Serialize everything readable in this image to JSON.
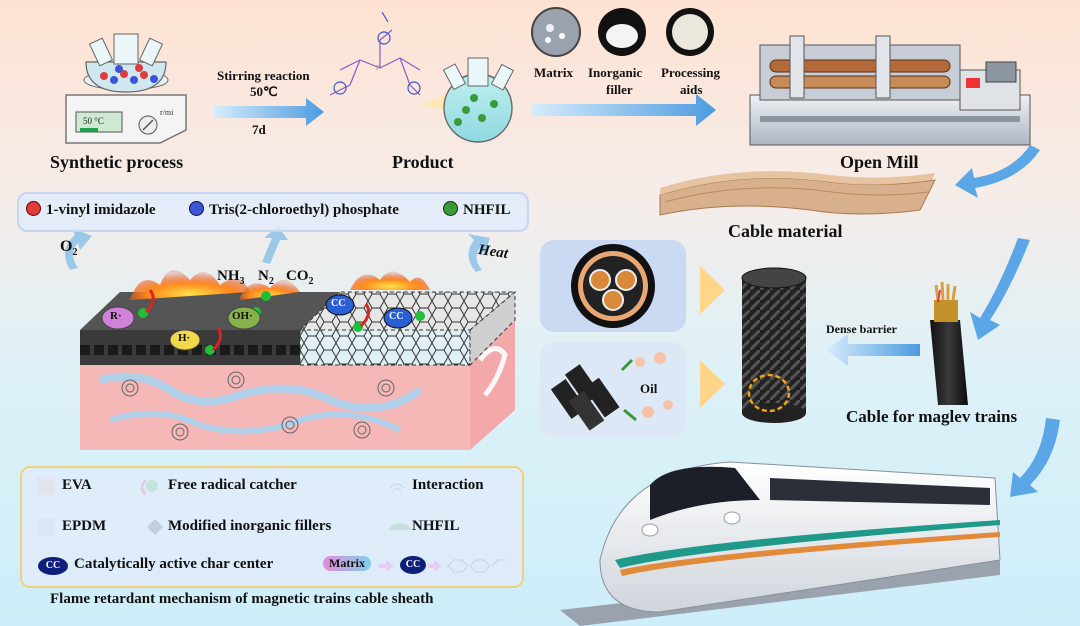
{
  "steps": {
    "synthetic": "Synthetic process",
    "stirring": "Stirring reaction",
    "temp": "50℃",
    "days": "7d",
    "product": "Product",
    "matrix": "Matrix",
    "filler_1": "Inorganic",
    "filler_2": "filler",
    "aids_1": "Processing",
    "aids_2": "aids",
    "open_mill": "Open Mill",
    "cable_material": "Cable material",
    "dense_barrier": "Dense barrier",
    "cable_maglev": "Cable for maglev trains",
    "oil": "Oil"
  },
  "hotplate": {
    "temp": "50 °C",
    "unit": "r/mi"
  },
  "top_legend": {
    "vinyl": "1-vinyl imidazole",
    "tris": "Tris(2-chloroethyl) phosphate",
    "nhfil": "NHFIL"
  },
  "mechanism": {
    "o2": "O",
    "o2_sub": "2",
    "heat": "Heat",
    "nh3": "NH",
    "nh3_sub": "3",
    "n2": "N",
    "n2_sub": "2",
    "co2": "CO",
    "co2_sub": "2",
    "r_radical": "R·",
    "oh_radical": "OH·",
    "h_radical": "H·",
    "cc": "CC"
  },
  "bottom_legend": {
    "eva": "EVA",
    "catcher": "Free radical catcher",
    "interaction": "Interaction",
    "epdm": "EPDM",
    "modified": "Modified inorganic fillers",
    "nhfil": "NHFIL",
    "char": "Catalytically active char center",
    "matrix": "Matrix",
    "cc": "CC"
  },
  "caption": "Flame retardant mechanism of magnetic trains cable sheath",
  "colors": {
    "arrow_blue": "#5aa6e6",
    "vinyl_red": "#e23b3b",
    "tris_blue": "#3b55d9",
    "nhfil_green": "#3a9a3a",
    "eva_pink": "#f6b7b7",
    "epdm_blue": "#a9d3ee",
    "char_navy": "#0d1f7a",
    "legend_border": "#f0d27a"
  }
}
